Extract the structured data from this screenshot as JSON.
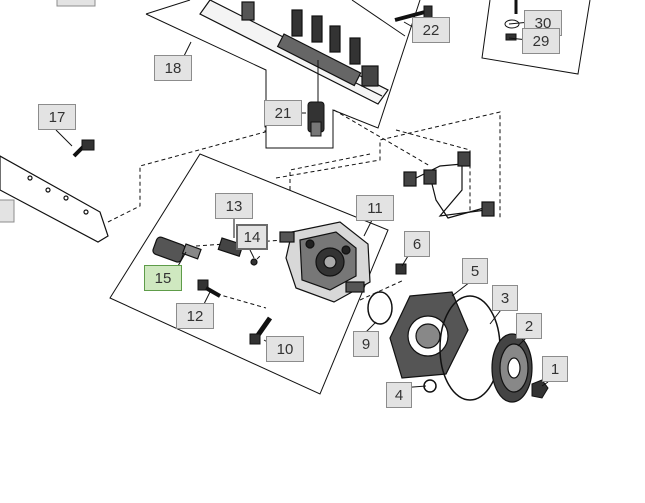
{
  "diagram": {
    "selected_part": "15",
    "callouts": [
      {
        "id": "c1",
        "label": "1"
      },
      {
        "id": "c2",
        "label": "2"
      },
      {
        "id": "c3",
        "label": "3"
      },
      {
        "id": "c4",
        "label": "4"
      },
      {
        "id": "c5",
        "label": "5"
      },
      {
        "id": "c6",
        "label": "6"
      },
      {
        "id": "c9",
        "label": "9"
      },
      {
        "id": "c10",
        "label": "10"
      },
      {
        "id": "c11",
        "label": "11"
      },
      {
        "id": "c12",
        "label": "12"
      },
      {
        "id": "c13",
        "label": "13"
      },
      {
        "id": "c14",
        "label": "14"
      },
      {
        "id": "c15",
        "label": "15"
      },
      {
        "id": "c17",
        "label": "17"
      },
      {
        "id": "c18",
        "label": "18"
      },
      {
        "id": "c21",
        "label": "21"
      },
      {
        "id": "c22",
        "label": "22"
      },
      {
        "id": "c29",
        "label": "29"
      },
      {
        "id": "c30",
        "label": "30"
      }
    ],
    "colors": {
      "callout_bg": "#e3e3e3",
      "callout_border": "#8c8c8c",
      "selected_bg": "#cfe8c0",
      "selected_border": "#5e9c49",
      "line": "#111111"
    }
  }
}
